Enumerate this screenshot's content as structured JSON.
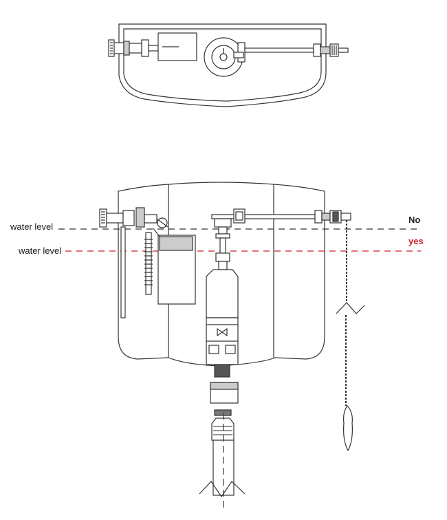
{
  "labels": {
    "water_level_top": "water level",
    "water_level_bottom": "water level",
    "status_no": "No",
    "status_yes": "yes"
  },
  "colors": {
    "line": "#333333",
    "fill_light": "#ffffff",
    "fill_grey": "#cccccc",
    "dash_correct": "#d11f26",
    "dash_incorrect": "#333333"
  },
  "icons": {
    "flush_valve_logo": "bowtie-icon"
  }
}
